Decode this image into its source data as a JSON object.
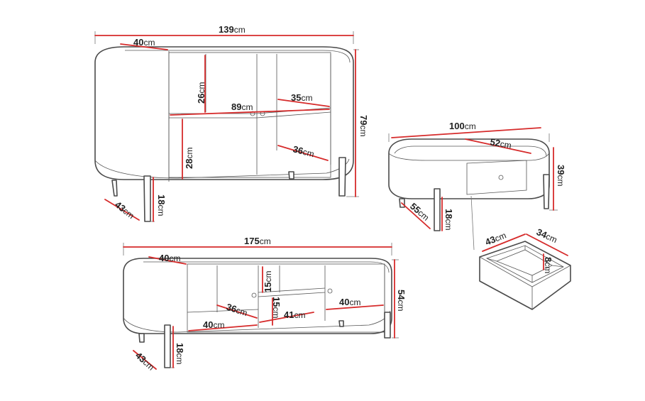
{
  "sideboard": {
    "width": {
      "n": "139",
      "u": "cm"
    },
    "height": {
      "n": "79",
      "u": "cm"
    },
    "depth_top": {
      "n": "40",
      "u": "cm"
    },
    "depth_bottom": {
      "n": "43",
      "u": "cm"
    },
    "leg": {
      "n": "18",
      "u": "cm"
    },
    "shelf_h_top": {
      "n": "26",
      "u": "cm"
    },
    "shelf_h_bottom": {
      "n": "28",
      "u": "cm"
    },
    "inner_width": {
      "n": "89",
      "u": "cm"
    },
    "shelf_depth_top": {
      "n": "35",
      "u": "cm"
    },
    "shelf_depth_bottom": {
      "n": "36",
      "u": "cm"
    }
  },
  "coffee_table": {
    "width": {
      "n": "100",
      "u": "cm"
    },
    "height": {
      "n": "39",
      "u": "cm"
    },
    "top_depth": {
      "n": "52",
      "u": "cm"
    },
    "depth": {
      "n": "55",
      "u": "cm"
    },
    "leg": {
      "n": "18",
      "u": "cm"
    }
  },
  "drawer": {
    "width": {
      "n": "43",
      "u": "cm"
    },
    "depth": {
      "n": "34",
      "u": "cm"
    },
    "height": {
      "n": "8",
      "u": "cm"
    }
  },
  "tv_stand": {
    "width": {
      "n": "175",
      "u": "cm"
    },
    "height": {
      "n": "54",
      "u": "cm"
    },
    "depth_top": {
      "n": "40",
      "u": "cm"
    },
    "depth_bottom": {
      "n": "43",
      "u": "cm"
    },
    "leg": {
      "n": "18",
      "u": "cm"
    },
    "shelf_h_top": {
      "n": "15",
      "u": "cm"
    },
    "shelf_h_bottom": {
      "n": "15",
      "u": "cm"
    },
    "shelf_depth": {
      "n": "36",
      "u": "cm"
    },
    "left_width": {
      "n": "40",
      "u": "cm"
    },
    "middle_width": {
      "n": "41",
      "u": "cm"
    },
    "right_width": {
      "n": "40",
      "u": "cm"
    }
  }
}
